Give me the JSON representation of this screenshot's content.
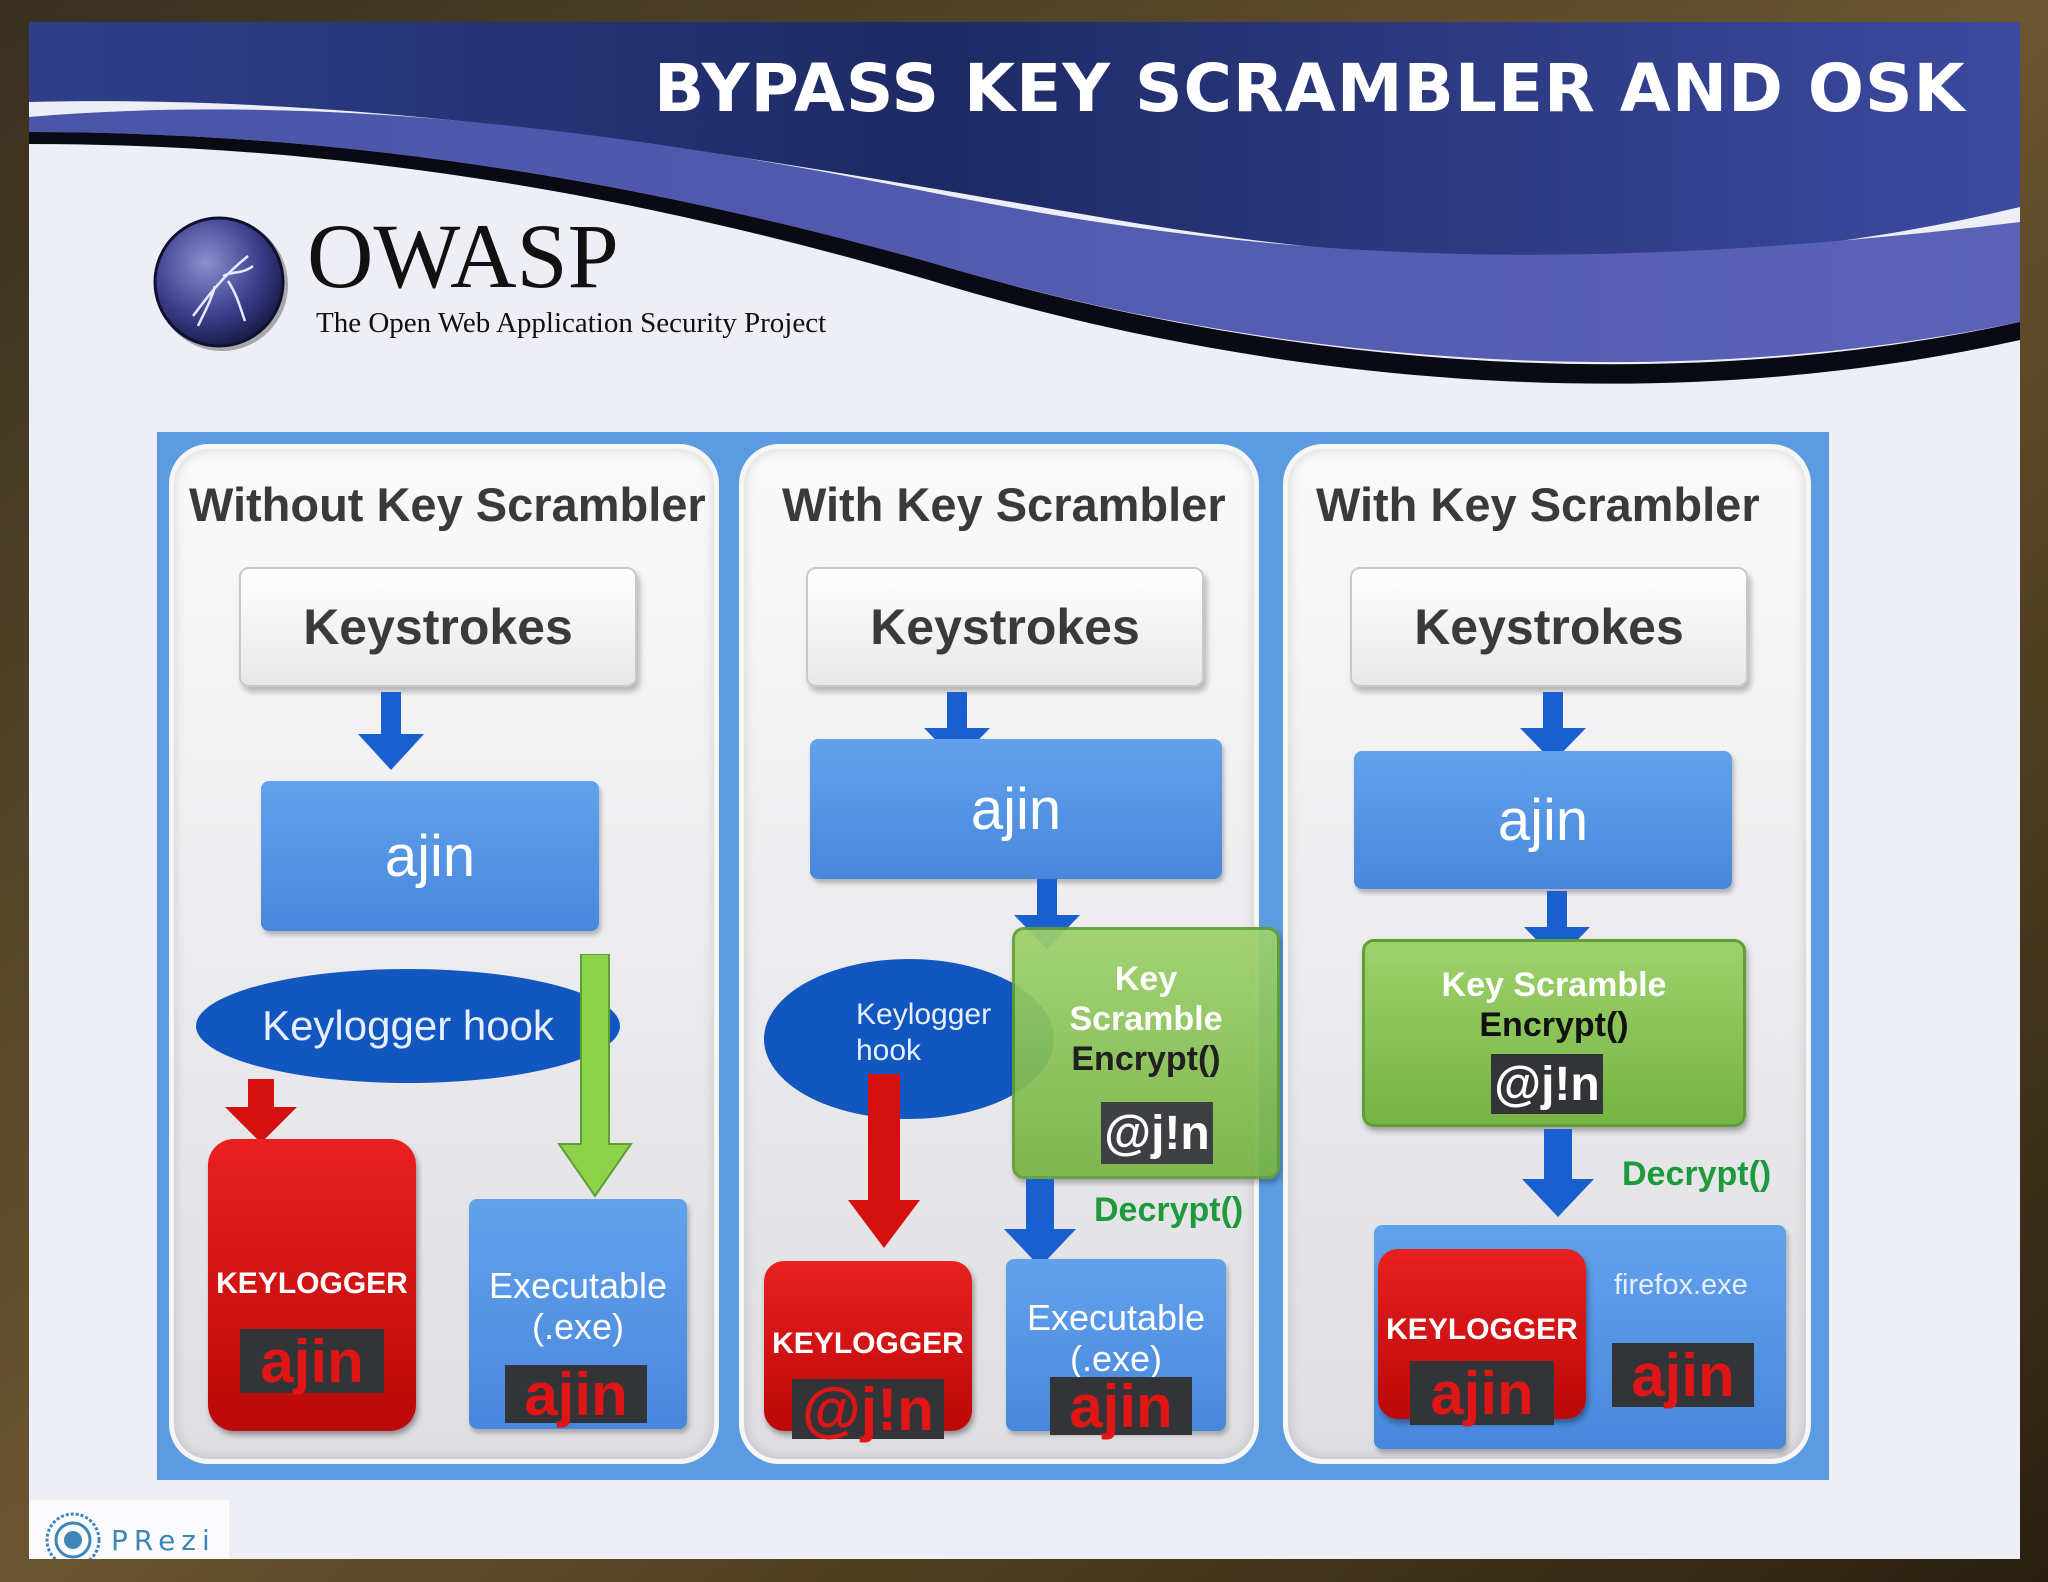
{
  "slide": {
    "title": "BYPASS KEY SCRAMBLER AND OSK"
  },
  "owasp": {
    "name": "OWASP",
    "tagline": "The Open Web Application Security Project",
    "logo_icon": "owasp-wasp-globe-icon"
  },
  "panels": [
    {
      "title": "Without Key Scrambler",
      "keystrokes": "Keystrokes",
      "input_box": "ajin",
      "hook": "Keylogger hook",
      "keylogger_label": "KEYLOGGER",
      "keylogger_capture": "ajin",
      "executable_label": [
        "Executable",
        "(.exe)"
      ],
      "executable_value": "ajin"
    },
    {
      "title": "With Key Scrambler",
      "keystrokes": "Keystrokes",
      "input_box": "ajin",
      "hook": [
        "Keylogger",
        "hook"
      ],
      "scramble": [
        "Key",
        "Scramble",
        "Encrypt()"
      ],
      "scramble_output": "@j!n",
      "decrypt": "Decrypt()",
      "keylogger_label": "KEYLOGGER",
      "keylogger_capture": "@j!n",
      "executable_label": [
        "Executable",
        "(.exe)"
      ],
      "executable_value": "ajin"
    },
    {
      "title": "With Key Scrambler",
      "keystrokes": "Keystrokes",
      "input_box": "ajin",
      "scramble": [
        "Key Scramble",
        "Encrypt()"
      ],
      "scramble_output": "@j!n",
      "decrypt": "Decrypt()",
      "process_label": "firefox.exe",
      "keylogger_label": "KEYLOGGER",
      "keylogger_capture": "ajin",
      "process_value": "ajin"
    }
  ],
  "colors": {
    "diagram_bg": "#5b9be0",
    "blue_box": "#4f8fe0",
    "hook": "#1256c0",
    "keylogger_red": "#d41010",
    "scramble_green": "#8cc55a",
    "decrypt_green": "#1e9a3c",
    "arrow_blue": "#1a5fd0",
    "arrow_red": "#d41010",
    "arrow_green": "#8ed24a"
  },
  "watermark": {
    "text": "Prezi",
    "display": "PRezi",
    "icon": "prezi-logo-icon"
  }
}
